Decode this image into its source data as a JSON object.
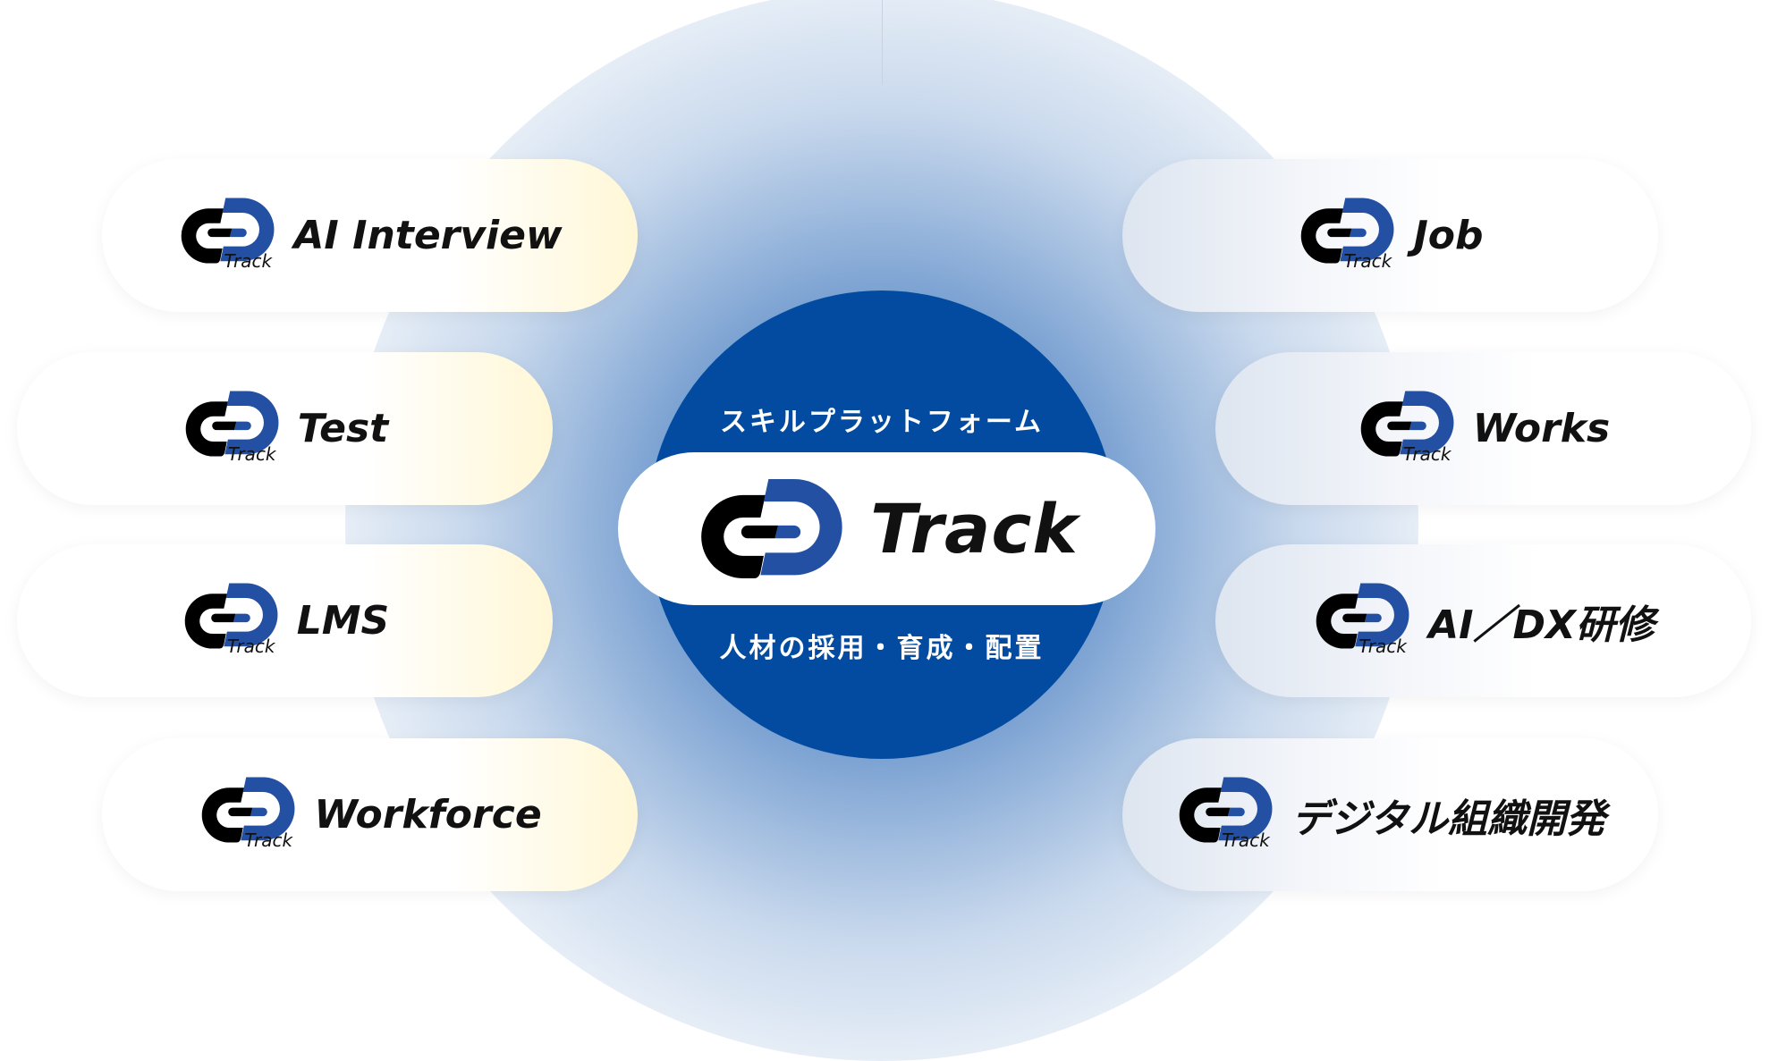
{
  "center": {
    "tagline_top": "スキルプラットフォーム",
    "product_name": "Track",
    "tagline_bottom": "人材の採用・育成・配置"
  },
  "logo_sub": "Track",
  "colors": {
    "brand_blue": "#034ba0",
    "logo_blue": "#2350a3",
    "logo_black": "#000000"
  },
  "modules_left": [
    {
      "label": "AI Interview"
    },
    {
      "label": "Test"
    },
    {
      "label": "LMS"
    },
    {
      "label": "Workforce"
    }
  ],
  "modules_right": [
    {
      "label": "Job"
    },
    {
      "label": "Works"
    },
    {
      "label": "AI／DX研修"
    },
    {
      "label": "デジタル組織開発"
    }
  ]
}
